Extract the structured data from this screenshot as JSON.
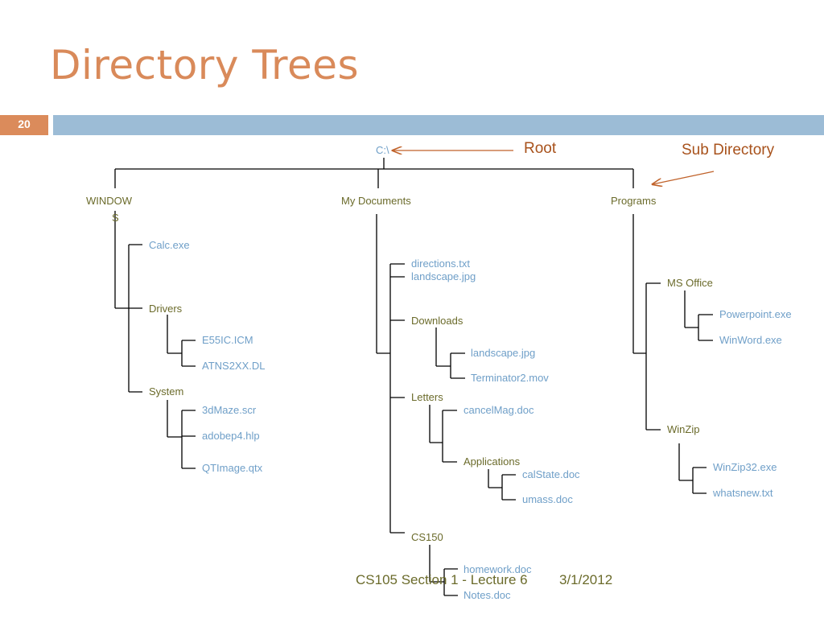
{
  "title": "Directory Trees",
  "slide_number": "20",
  "colors": {
    "accent": "#db8b5b",
    "bar": "#9cbcd6",
    "dir_text": "#6b6b2b",
    "file_text": "#6f9fc8",
    "arrow": "#c0622a"
  },
  "callouts": {
    "root": "Root",
    "sub_directory": "Sub Directory"
  },
  "tree": {
    "root": "C:\\",
    "windows": {
      "label_line1": "WINDOW",
      "label_line2": "S",
      "calc": "Calc.exe",
      "drivers": "Drivers",
      "drivers_files": [
        "E55IC.ICM",
        "ATNS2XX.DL"
      ],
      "system": "System",
      "system_files": [
        "3dMaze.scr",
        "adobep4.hlp",
        "QTImage.qtx"
      ]
    },
    "my_documents": {
      "label": "My Documents",
      "files": [
        "directions.txt",
        "landscape.jpg"
      ],
      "downloads": "Downloads",
      "downloads_files": [
        "landscape.jpg",
        "Terminator2.mov"
      ],
      "letters": "Letters",
      "letters_file": "cancelMag.doc",
      "applications": "Applications",
      "applications_files": [
        "calState.doc",
        "umass.doc"
      ],
      "cs150": "CS150",
      "cs150_files": [
        "homework.doc",
        "Notes.doc"
      ]
    },
    "programs": {
      "label": "Programs",
      "ms_office": "MS Office",
      "ms_office_files": [
        "Powerpoint.exe",
        "WinWord.exe"
      ],
      "winzip": "WinZip",
      "winzip_files": [
        "WinZip32.exe",
        "whatsnew.txt"
      ]
    }
  },
  "footer": {
    "course": "CS105 Section 1 - Lecture 6",
    "date": "3/1/2012"
  }
}
